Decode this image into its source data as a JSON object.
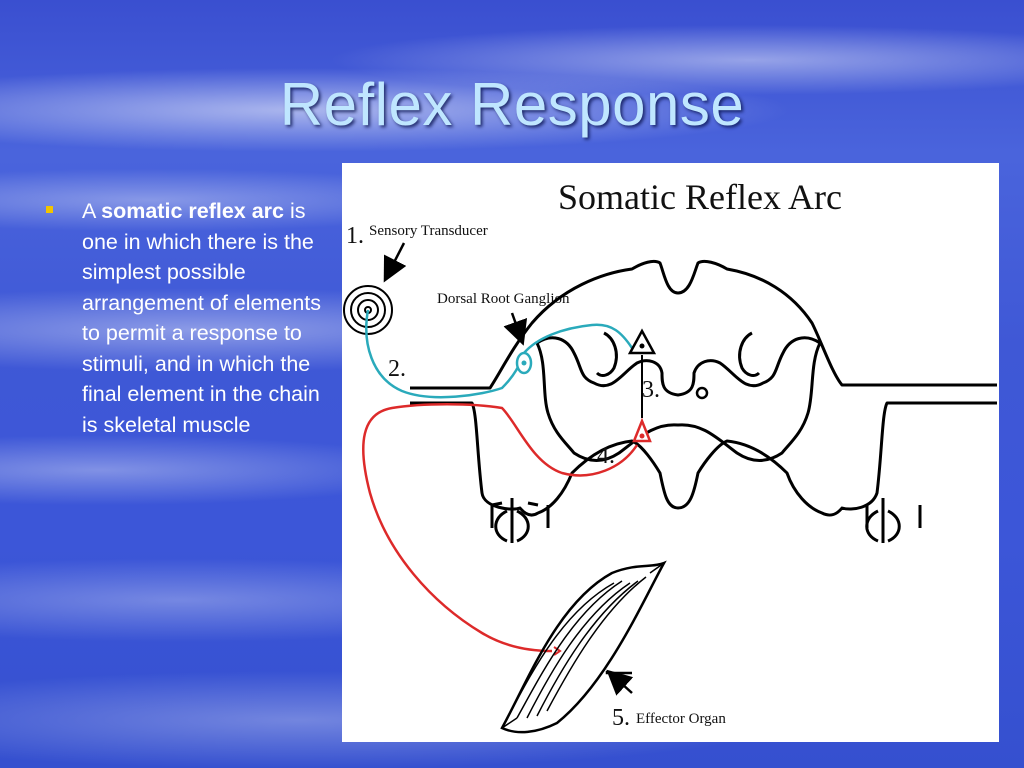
{
  "slide": {
    "title": "Reflex Response",
    "bullet": {
      "prefix": "A ",
      "bold": "somatic reflex arc",
      "rest": " is one in which there is the simplest possible arrangement of elements to permit a response to stimuli, and in which the final element in the chain is skeletal muscle"
    }
  },
  "diagram": {
    "title": "Somatic Reflex Arc",
    "labels": {
      "n1": "1.",
      "sensory": "Sensory Transducer",
      "drg": "Dorsal Root Ganglion",
      "n2": "2.",
      "n3": "3.",
      "n4": "4.",
      "n5": "5.",
      "effector": "Effector Organ"
    },
    "colors": {
      "sensory_neuron": "#2aaabb",
      "motor_neuron": "#dd2a2a",
      "outline": "#000000"
    }
  },
  "theme": {
    "title_color": "#bfe6ff",
    "bullet_color": "#f2c400"
  }
}
